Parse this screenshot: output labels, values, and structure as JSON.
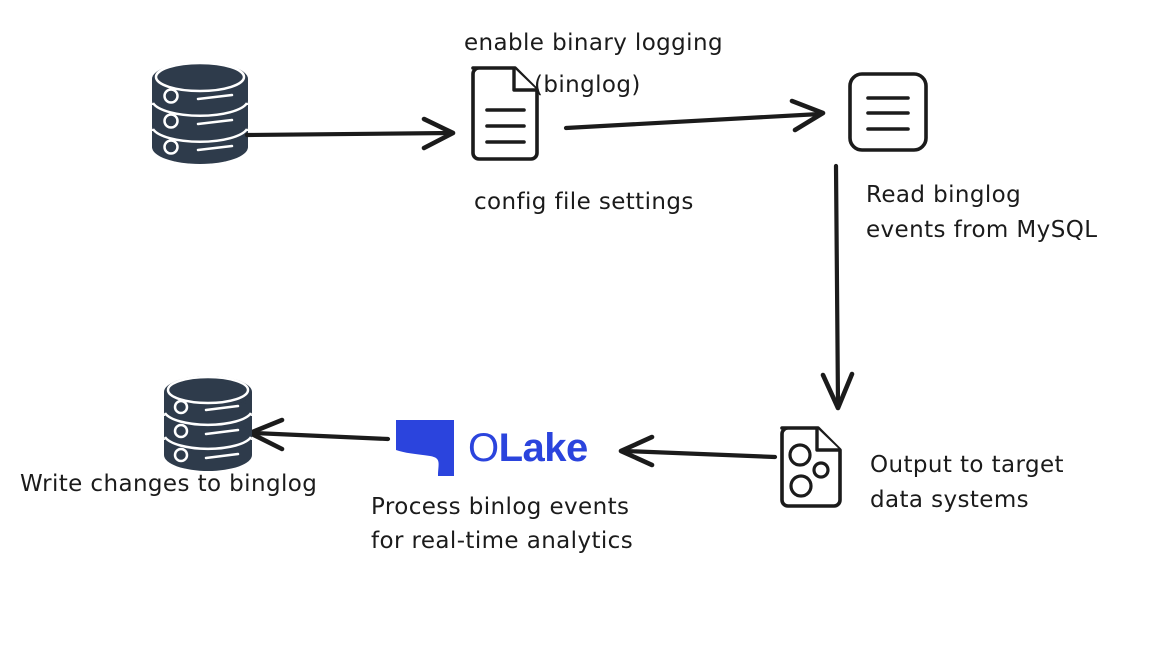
{
  "diagram": {
    "title": "MySQL binlog CDC pipeline to OLake",
    "background_color": "#ffffff",
    "ink_color": "#1b1b1b",
    "db_color": "#2E3B4B",
    "accent_color": "#2B44DD"
  },
  "labels": {
    "enable_binary_logging_line1": "enable binary logging",
    "enable_binary_logging_line2": "(binglog)",
    "config_file_settings": "config file settings",
    "read_binglog_line1": "Read binglog",
    "read_binglog_line2": "events from MySQL",
    "output_to_target_line1": "Output to target",
    "output_to_target_line2": "data systems",
    "process_binlog_line1": "Process binlog events",
    "process_binlog_line2": "for real-time analytics",
    "write_changes_to_binglog": "Write changes to binglog"
  },
  "logo": {
    "o_part": "O",
    "lake_part": "Lake",
    "full": "OLake"
  },
  "nodes": [
    {
      "name": "source-database",
      "icon": "database-cylinder-icon"
    },
    {
      "name": "config-file",
      "icon": "document-lines-icon"
    },
    {
      "name": "binlog-file",
      "icon": "list-lines-box-icon"
    },
    {
      "name": "target-data-file",
      "icon": "document-circles-icon"
    },
    {
      "name": "olake-processor",
      "icon": "olake-logo-icon"
    },
    {
      "name": "destination-database",
      "icon": "database-cylinder-icon"
    }
  ],
  "arrows": [
    {
      "name": "arrow-db-to-config",
      "direction": "right"
    },
    {
      "name": "arrow-config-to-binlog",
      "direction": "right"
    },
    {
      "name": "arrow-binlog-to-target",
      "direction": "down"
    },
    {
      "name": "arrow-target-to-olake",
      "direction": "left"
    },
    {
      "name": "arrow-olake-to-db",
      "direction": "left"
    }
  ]
}
